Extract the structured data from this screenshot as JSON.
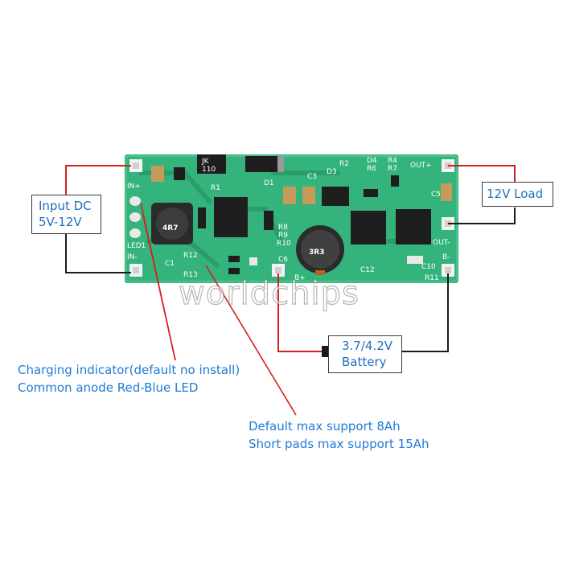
{
  "labels": {
    "input_line1": "Input DC",
    "input_line2": "5V-12V",
    "load": "12V Load",
    "battery_line1": "3.7/4.2V",
    "battery_line2": "Battery"
  },
  "annotations": {
    "charging_line1": "Charging indicator(default no install)",
    "charging_line2": "Common anode Red-Blue LED",
    "pads_line1": "Default max support 8Ah",
    "pads_line2": "Short pads max support 15Ah"
  },
  "pcb_silkscreen": {
    "in_plus": "IN+",
    "in_minus": "IN-",
    "out_plus": "OUT+",
    "out_minus": "OUT-",
    "b_plus": "B+",
    "b_minus": "B-",
    "led": "LED1",
    "jk": "JK",
    "jk_code": "110",
    "inductor_left": "4R7",
    "inductor_right": "3R3",
    "r1": "R1",
    "r2": "R2",
    "r4": "R4",
    "r6": "R6",
    "r7": "R7",
    "r8": "R8",
    "r9": "R9",
    "r10": "R10",
    "r11": "R11",
    "r12": "R12",
    "r13": "R13",
    "c1": "C1",
    "c3": "C3",
    "c5": "C5",
    "c6": "C6",
    "c10": "C10",
    "c12": "C12",
    "d1": "D1",
    "d3": "D3",
    "d4": "D4"
  },
  "watermark": "worldchips",
  "colors": {
    "label_text": "#1f6fbf",
    "annotation_text": "#1f7ad6",
    "pcb_green": "#2fb37a",
    "positive_wire": "#d42020",
    "negative_wire": "#1a1a1a",
    "pointer": "#d42020"
  }
}
